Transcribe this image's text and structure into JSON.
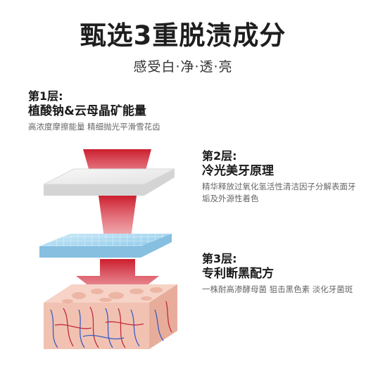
{
  "header": {
    "title": "甄选3重脱渍成分",
    "subtitle": "感受白·净·透·亮"
  },
  "layers": [
    {
      "label": "第1层:",
      "name": "植酸钠&云母晶矿能量",
      "desc": "高浓度摩擦能量 精细抛光平滑雪花齿"
    },
    {
      "label": "第2层:",
      "name": "冷光美牙原理",
      "desc": "精华释放过氧化氢活性清洁因子分解表面牙垢及外源性着色"
    },
    {
      "label": "第3层:",
      "name": "专利断黑配方",
      "desc": "一株耐高渗酵母菌 狙击黑色素 淡化牙菌斑"
    }
  ],
  "colors": {
    "arrow_red": "#cc1e2e",
    "layer1_plate": "#ededed",
    "layer2_plate": "#a8d8f0",
    "tissue": "#f3c8b8"
  }
}
